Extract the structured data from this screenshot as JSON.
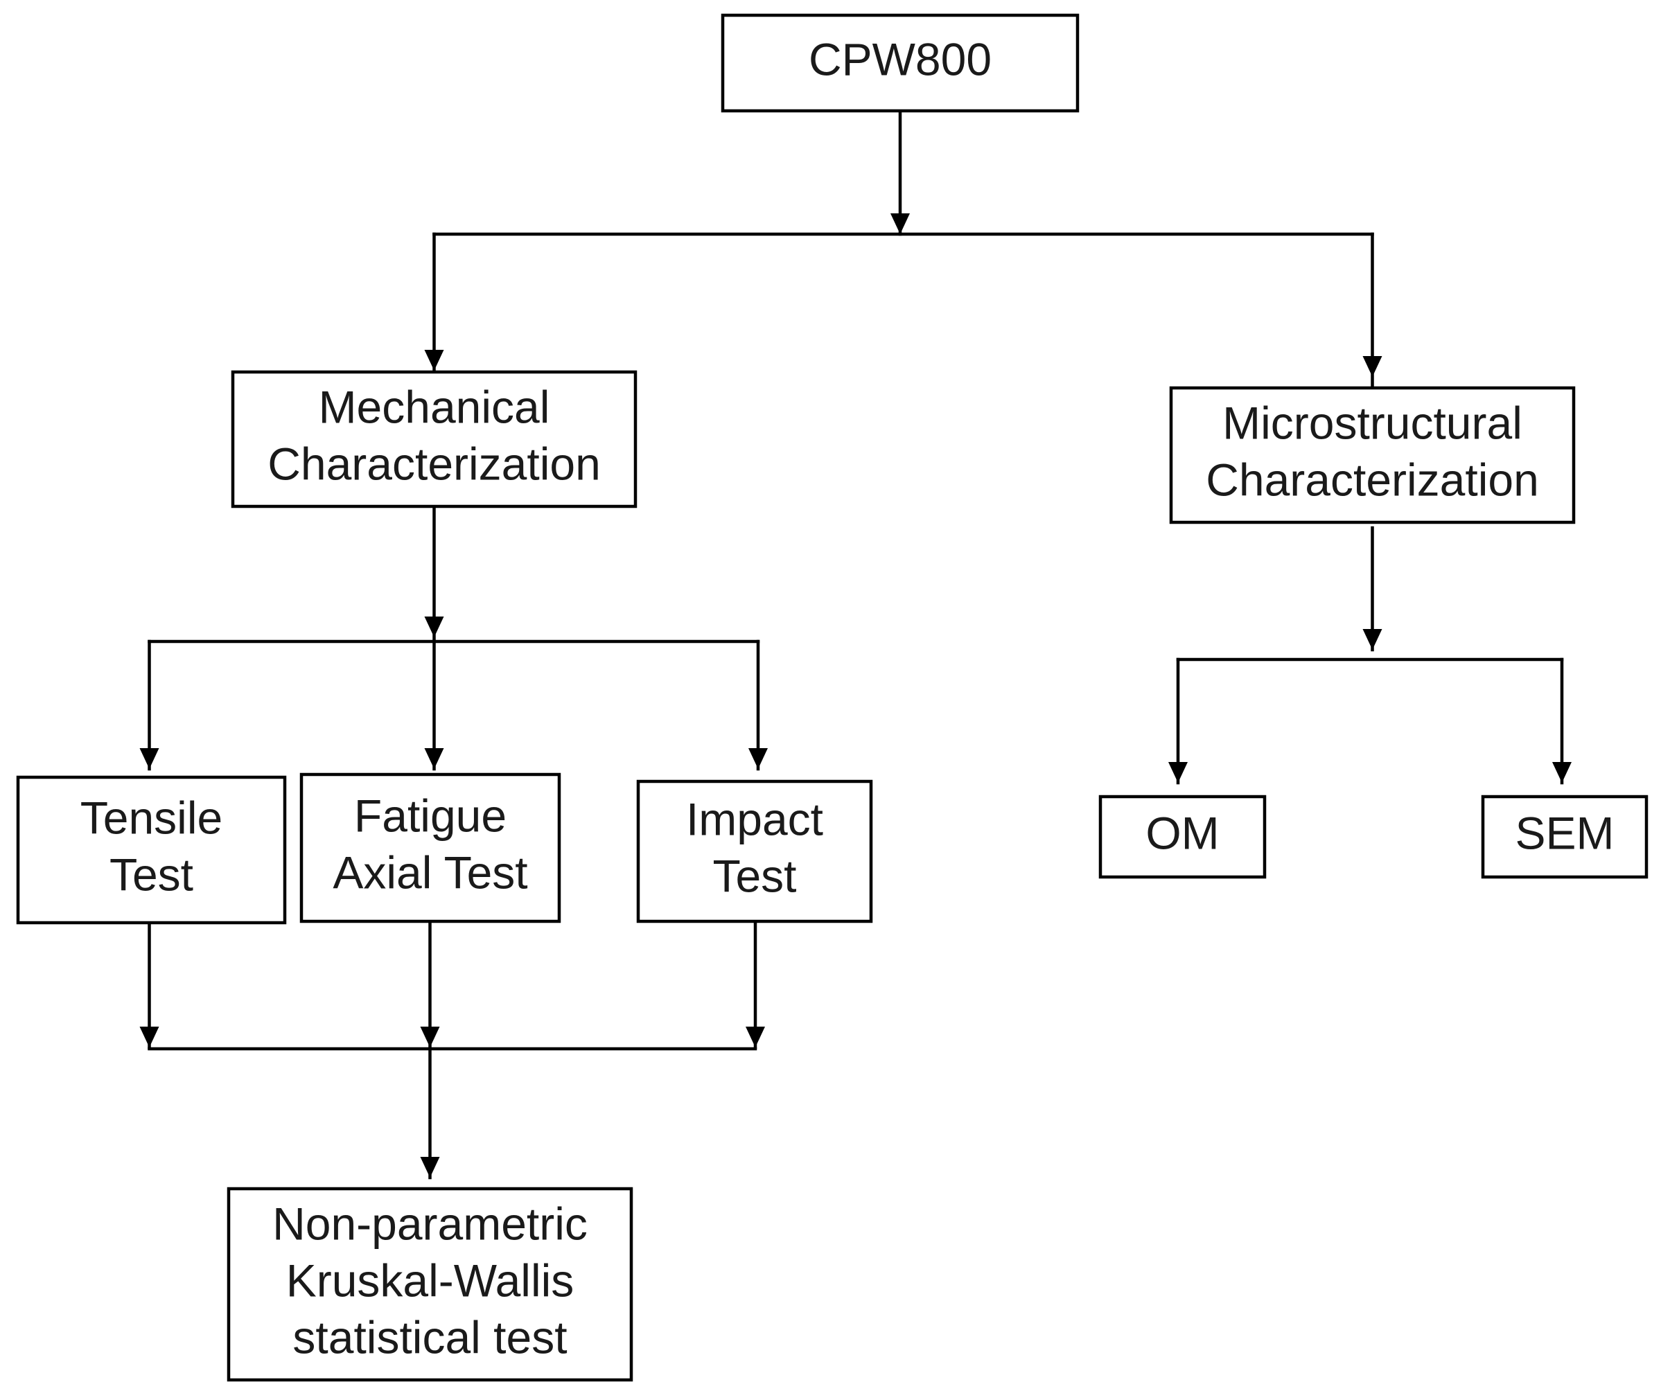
{
  "nodes": {
    "root": {
      "lines": [
        "CPW800"
      ]
    },
    "mechanical": {
      "lines": [
        "Mechanical",
        "Characterization"
      ]
    },
    "microstructural": {
      "lines": [
        "Microstructural",
        "Characterization"
      ]
    },
    "tensile": {
      "lines": [
        "Tensile",
        "Test"
      ]
    },
    "fatigue": {
      "lines": [
        "Fatigue",
        "Axial Test"
      ]
    },
    "impact": {
      "lines": [
        "Impact",
        "Test"
      ]
    },
    "om": {
      "lines": [
        "OM"
      ]
    },
    "sem": {
      "lines": [
        "SEM"
      ]
    },
    "statistical": {
      "lines": [
        "Non-parametric",
        "Kruskal-Wallis",
        "statistical test"
      ]
    }
  },
  "edges": [
    {
      "from": "root",
      "to": "mechanical"
    },
    {
      "from": "root",
      "to": "microstructural"
    },
    {
      "from": "mechanical",
      "to": "tensile"
    },
    {
      "from": "mechanical",
      "to": "fatigue"
    },
    {
      "from": "mechanical",
      "to": "impact"
    },
    {
      "from": "microstructural",
      "to": "om"
    },
    {
      "from": "microstructural",
      "to": "sem"
    },
    {
      "from": "tensile",
      "to": "statistical"
    },
    {
      "from": "fatigue",
      "to": "statistical"
    },
    {
      "from": "impact",
      "to": "statistical"
    }
  ]
}
